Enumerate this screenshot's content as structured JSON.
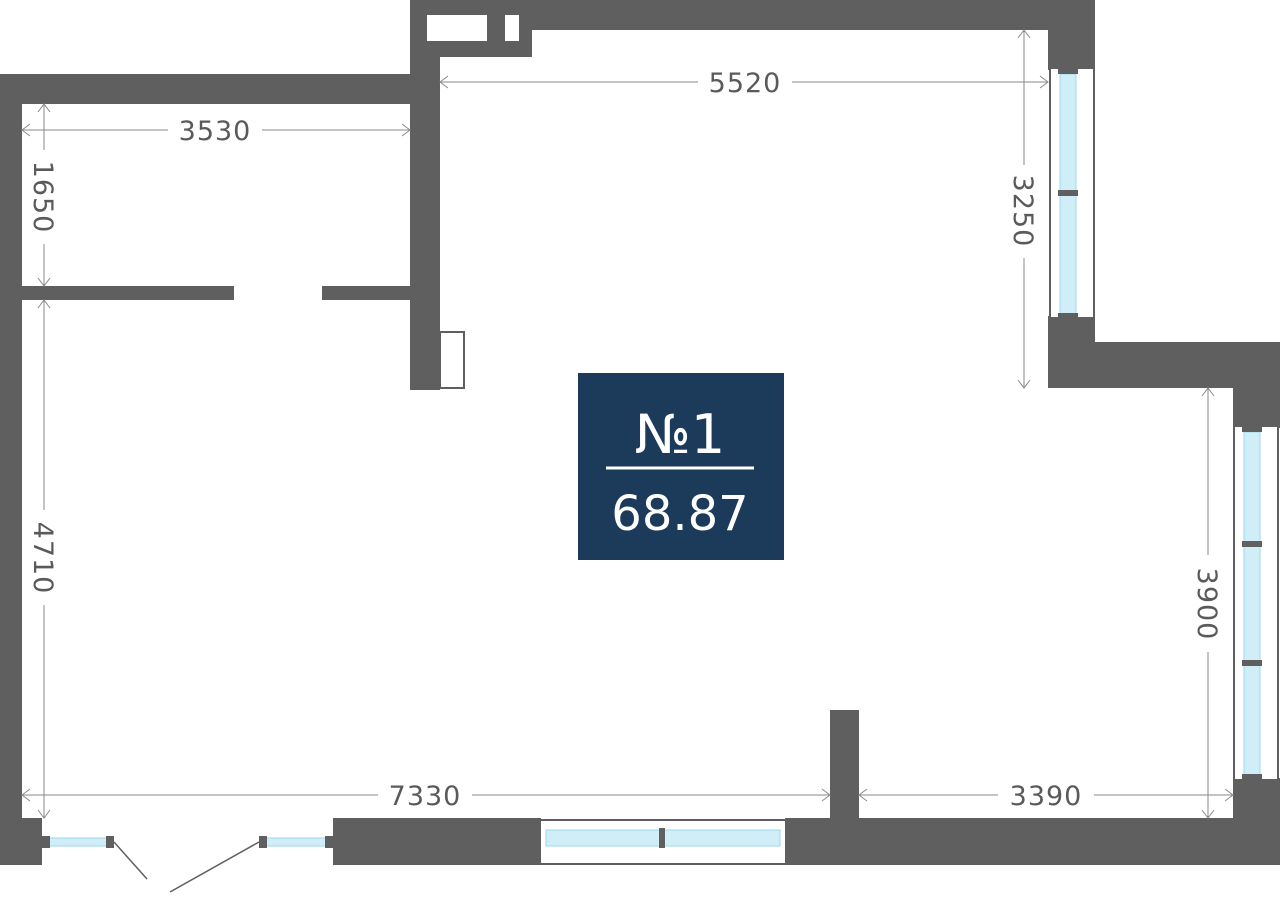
{
  "unit_label": {
    "number": "№1",
    "area": "68.87",
    "background_color": "#1c3b5a",
    "text_color": "#ffffff"
  },
  "dimensions": {
    "top_right_width": "5520",
    "top_left_width": "3530",
    "left_upper_height": "1650",
    "left_lower_height": "4710",
    "right_upper_height": "3250",
    "right_lower_height": "3900",
    "bottom_left_width": "7330",
    "bottom_right_width": "3390"
  },
  "colors": {
    "wall": "#5f5f5f",
    "window_glass": "#cfeef8",
    "dimension_line": "#8a8a8a"
  }
}
